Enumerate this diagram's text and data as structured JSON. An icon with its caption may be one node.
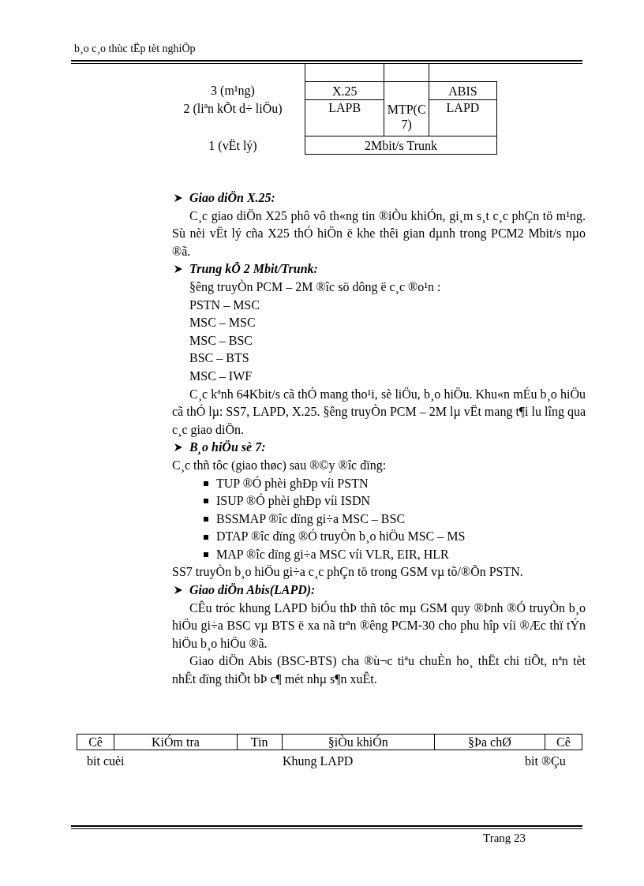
{
  "diagram": {
    "labels": [
      "b¸o c¸o thùc tËp tèt nghiÖp",
      "3 (m¹ng)",
      "X.25",
      "MTP(C7)",
      "ABIS",
      "2 (liªn kÕt d÷ liÖu)",
      "LAPB",
      "LAPD",
      "1 (vËt lý)",
      "2Mbit/s Trunk",
      "Giao diÖn X.25:",
      "C¸c giao diÖn X25 phô vô th«ng tin ®iÒu khiÓn, gi¸m s¸t c¸c phÇn tö m¹ng. Sù nèi vËt lý cña X25 thÓ hiÖn ë khe thêi gian dµnh trong PCM2 Mbit/s nµo ®ã.",
      "Trung kÕ 2 Mbit/Trunk:",
      "§êng truyÒn PCM – 2M ®îc sö dông ë c¸c ®o¹n :",
      "PSTN – MSC",
      "MSC – MSC",
      "MSC – BSC",
      "BSC – BTS",
      "MSC – IWF",
      "C¸c kªnh 64Kbit/s cã thÓ mang tho¹i, sè liÖu, b¸o hiÖu. Khu«n mÉu b¸o hiÖu cã thÓ lµ: SS7, LAPD, X.25. §êng truyÒn PCM – 2M lµ vËt mang t¶i lu lîng qua c¸c giao diÖn.",
      "B¸o hiÖu sè 7:",
      "C¸c thñ tôc (giao thøc) sau ®©y ®îc dïng:",
      "TUP ®Ó phèi ghÐp víi PSTN",
      "ISUP ®Ó phèi ghÐp víi ISDN",
      "BSSMAP ®îc dïng gi÷a MSC – BSC",
      "DTAP ®îc dïng ®Ó truyÒn b¸o hiÖu MSC – MS",
      "MAP ®îc dïng gi÷a MSC víi VLR, EIR, HLR",
      "SS7 truyÒn b¸o hiÖu gi÷a c¸c phÇn tö trong GSM vµ tõ/®Õn PSTN.",
      "Giao diÖn Abis(LAPD):",
      "CÊu tróc khung LAPD biÓu thÞ thñ tôc mµ GSM quy ®Þnh ®Ó truyÒn b¸o hiÖu gi÷a BSC vµ BTS ë xa nã trªn ®êng PCM-30 cho phu hîp víi ®Æc thï tÝn hiÖu b¸o hiÖu ®ã.",
      "Giao diÖn Abis (BSC-BTS) cha ®ù¬c tiªu chuÈn ho¸ thËt chi tiÕt, nªn tèt nhÊt dïng thiÕt bÞ c¶ mét nhµ s¶n xuÊt.",
      "Cê",
      "KiÓm tra",
      "Tin",
      "§iÒu khiÓn",
      "§Þa chØ",
      "Cê",
      "bit cuèi",
      "Khung LAPD",
      "bit ®Çu",
      "Trang 23"
    ]
  }
}
